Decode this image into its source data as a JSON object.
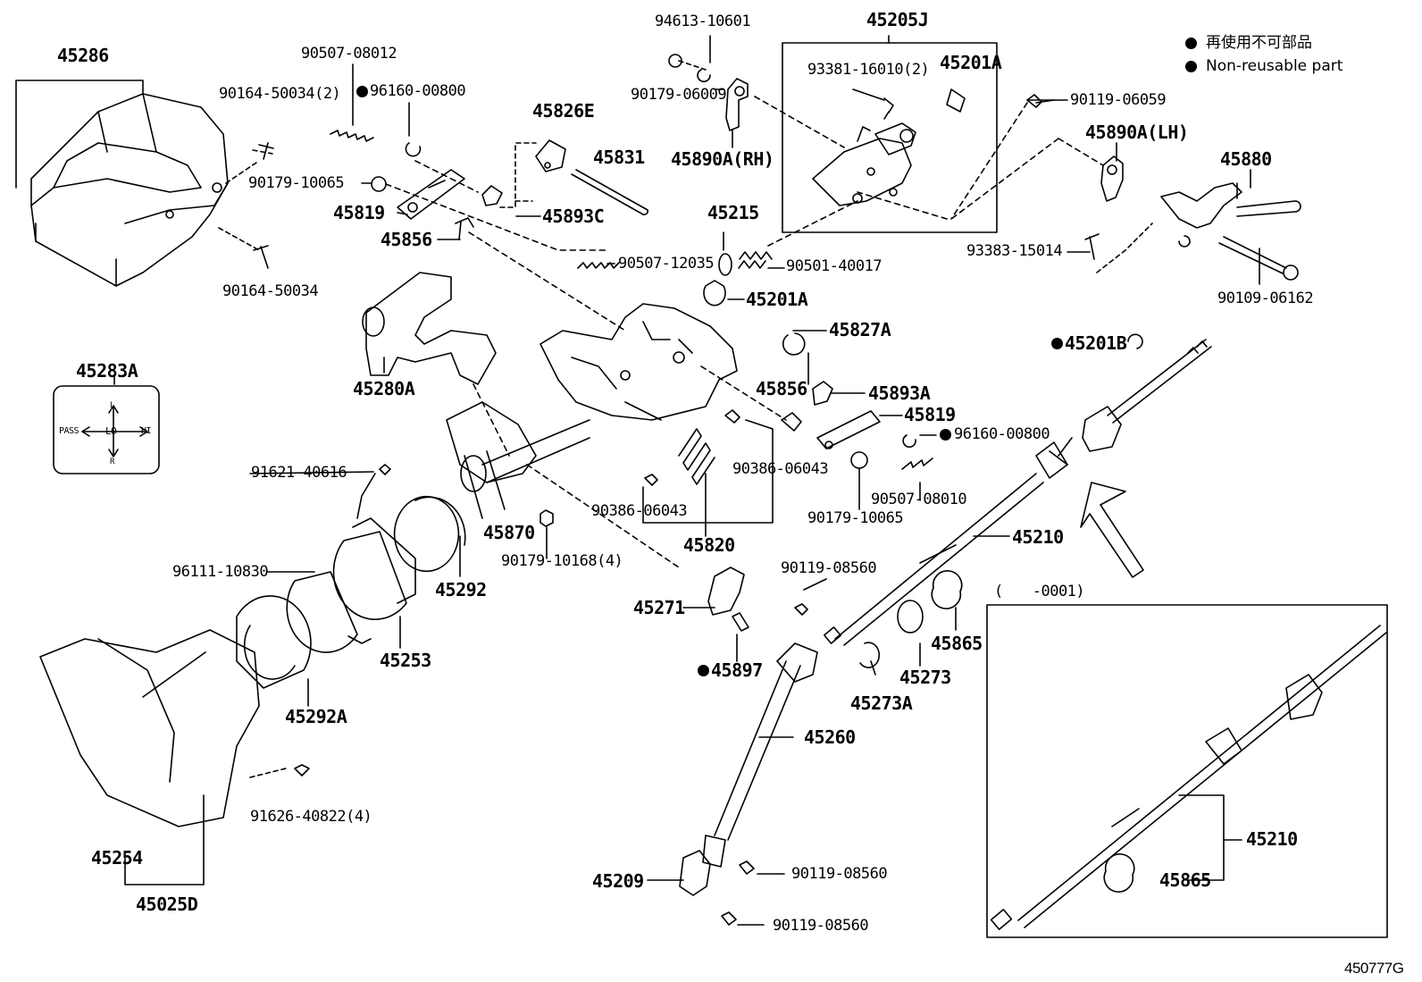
{
  "legend": {
    "jp": "再使用不可部品",
    "en": "Non-reusable part"
  },
  "diagram_code": "450777G",
  "inset_range": "(　　-0001)",
  "switch_plate": {
    "up": "L",
    "down": "R",
    "left": "PASS",
    "center": "LO",
    "right": "HI"
  },
  "labels": {
    "p45286": "45286",
    "p90164_50034_2": "90164-50034(2)",
    "p90164_50034": "90164-50034",
    "p90507_08012": "90507-08012",
    "p96160_00800_a": "96160-00800",
    "p90179_10065_a": "90179-10065",
    "p45819_a": "45819",
    "p45856_a": "45856",
    "p45826E": "45826E",
    "p45831": "45831",
    "p45893C": "45893C",
    "p90507_12035": "90507-12035",
    "p94613_10601": "94613-10601",
    "p90179_06009": "90179-06009",
    "p45890A_RH": "45890A(RH)",
    "p45205J": "45205J",
    "p93381_16010_2": "93381-16010(2)",
    "p45201A_a": "45201A",
    "p45215": "45215",
    "p90501_40017": "90501-40017",
    "p45201A_b": "45201A",
    "p90119_06059": "90119-06059",
    "p45890A_LH": "45890A(LH)",
    "p45880": "45880",
    "p93383_15014": "93383-15014",
    "p90109_06162": "90109-06162",
    "p45283A": "45283A",
    "p45280A": "45280A",
    "p45827A": "45827A",
    "p45856_b": "45856",
    "p45893A": "45893A",
    "p45819_b": "45819",
    "p96160_00800_b": "96160-00800",
    "p45201B": "45201B",
    "p91621_40616": "91621-40616",
    "p90386_06043_a": "90386-06043",
    "p90386_06043_b": "90386-06043",
    "p90507_08010": "90507-08010",
    "p90179_10065_b": "90179-10065",
    "p45870": "45870",
    "p90179_10168_4": "90179-10168(4)",
    "p45820": "45820",
    "p45210_a": "45210",
    "p96111_10830": "96111-10830",
    "p45292": "45292",
    "p45253": "45253",
    "p45292A": "45292A",
    "p45271": "45271",
    "p90119_08560_a": "90119-08560",
    "p45897": "45897",
    "p45865_a": "45865",
    "p45273": "45273",
    "p45273A": "45273A",
    "p45260": "45260",
    "p91626_40822_4": "91626-40822(4)",
    "p45254": "45254",
    "p45025D": "45025D",
    "p45209": "45209",
    "p90119_08560_b": "90119-08560",
    "p90119_08560_c": "90119-08560",
    "p45210_b": "45210",
    "p45865_b": "45865"
  }
}
